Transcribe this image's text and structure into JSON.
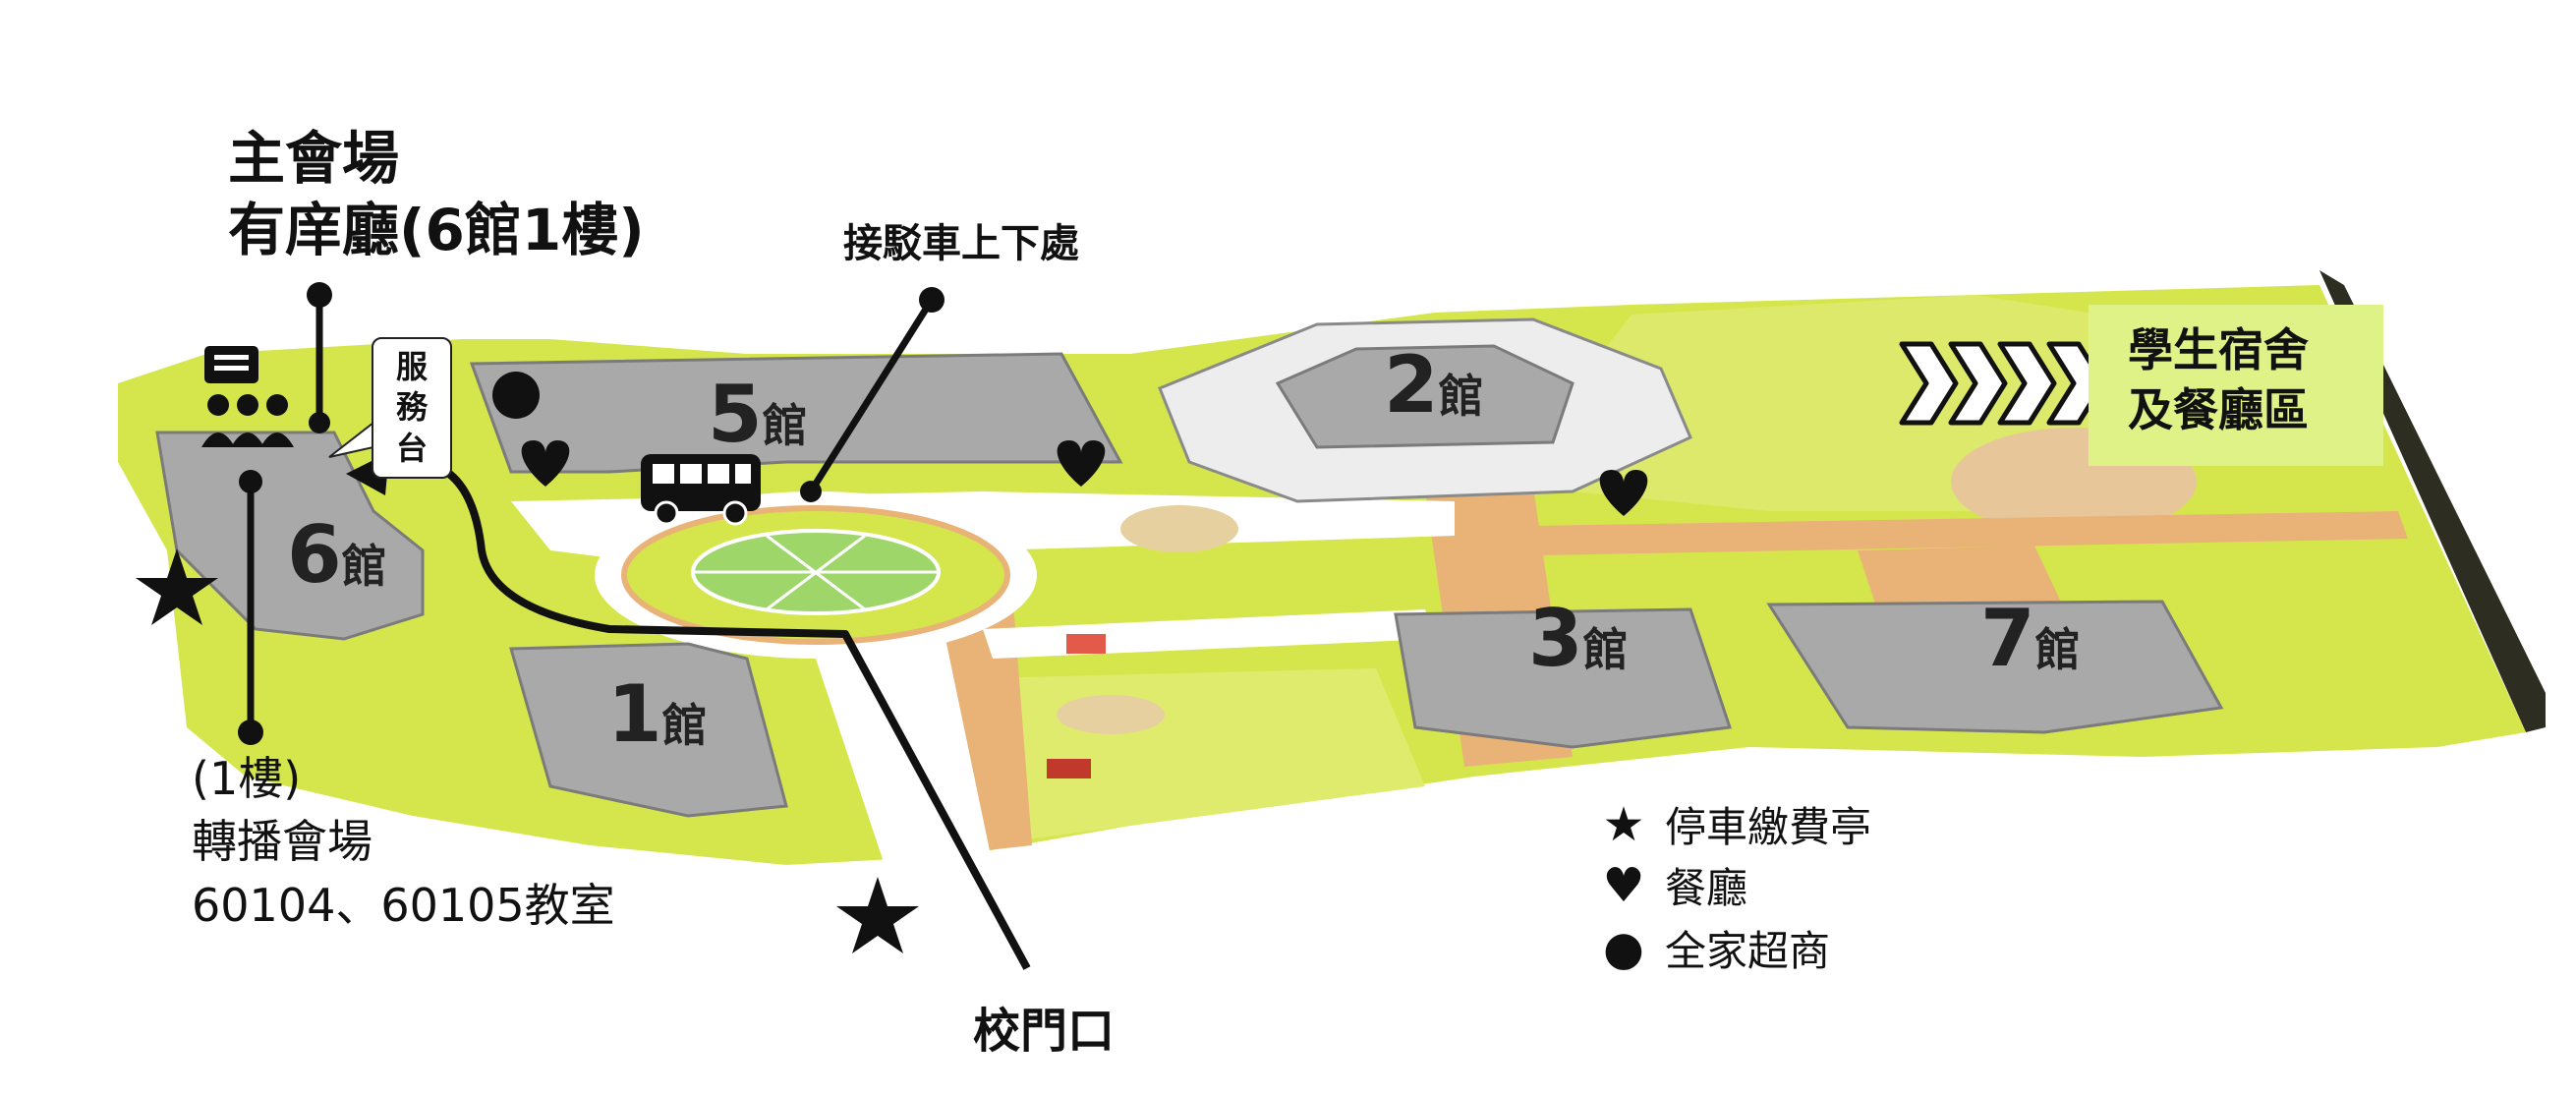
{
  "main_venue": {
    "line1": "主會場",
    "line2": "有庠廳(6館1樓)"
  },
  "service_desk": {
    "chars": [
      "服",
      "務",
      "台"
    ]
  },
  "shuttle_stop": {
    "label": "接駁車上下處"
  },
  "dorm_area": {
    "line1": "學生宿舍",
    "line2": "及餐廳區"
  },
  "buildings": [
    {
      "num": "1",
      "suffix": "館"
    },
    {
      "num": "2",
      "suffix": "館"
    },
    {
      "num": "3",
      "suffix": "館"
    },
    {
      "num": "5",
      "suffix": "館"
    },
    {
      "num": "6",
      "suffix": "館"
    },
    {
      "num": "7",
      "suffix": "館"
    }
  ],
  "broadcast_venue": {
    "line1": "(1樓)",
    "line2": "轉播會場",
    "line3": "60104、60105教室"
  },
  "gate": {
    "label": "校門口"
  },
  "legend": [
    {
      "symbol": "★",
      "label": "停車繳費亭"
    },
    {
      "symbol": "♥",
      "label": "餐廳"
    },
    {
      "symbol": "●",
      "label": "全家超商"
    }
  ],
  "colors": {
    "lawn": "#d5e64d",
    "lawn_light": "#e6f07f",
    "building": "#a9a9a9",
    "road": "#ffffff",
    "walkway": "#e9b277",
    "dorm_highlight": "#dff288",
    "wall": "#2d2d22"
  }
}
